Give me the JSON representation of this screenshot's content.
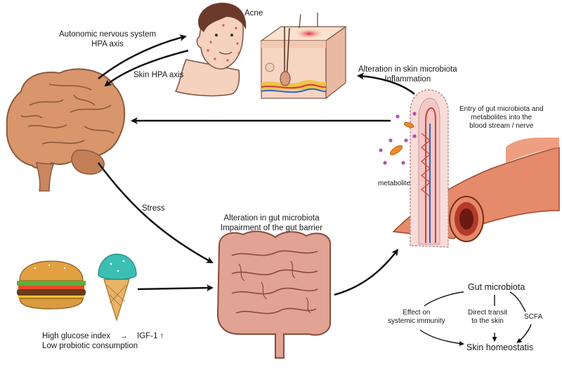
{
  "labels": {
    "acne": "Acne",
    "autonomic_line1": "Autonomic nervous system",
    "autonomic_line2": "HPA axis",
    "skin_hpa": "Skin HPA axis",
    "skin_microbiota_line1": "Alteration in skin microbiota",
    "skin_microbiota_line2": "Inflammation",
    "entry_line1": "Entry of gut microbiota and",
    "entry_line2": "metabolites into the",
    "entry_line3": "blood stream / nerve",
    "metabolite": "metabolite",
    "stress": "Stress",
    "gut_line1": "Alteration in gut microbiota",
    "gut_line2": "Impairment of the gut barrier",
    "diet_glucose": "High glucose index",
    "diet_igf": "IGF-1",
    "diet_probiotic": "Low probiotic consumption",
    "gut_microbiota": "Gut microbiota",
    "effect_line1": "Effect on",
    "effect_line2": "systemic immunity",
    "transit_line1": "Direct transit",
    "transit_line2": "to the skin",
    "scfa": "SCFA",
    "skin_homeostasis": "Skin homeostatis"
  },
  "glyphs": {
    "right_arrow": "→",
    "up_arrow": "↑"
  },
  "colors": {
    "brain": "#d9956b",
    "skin": "#f7d9c4",
    "gut": "#e0a394",
    "vessel": "#e58a6a",
    "icecream": "#3bbfb2",
    "arrow": "#111111"
  }
}
